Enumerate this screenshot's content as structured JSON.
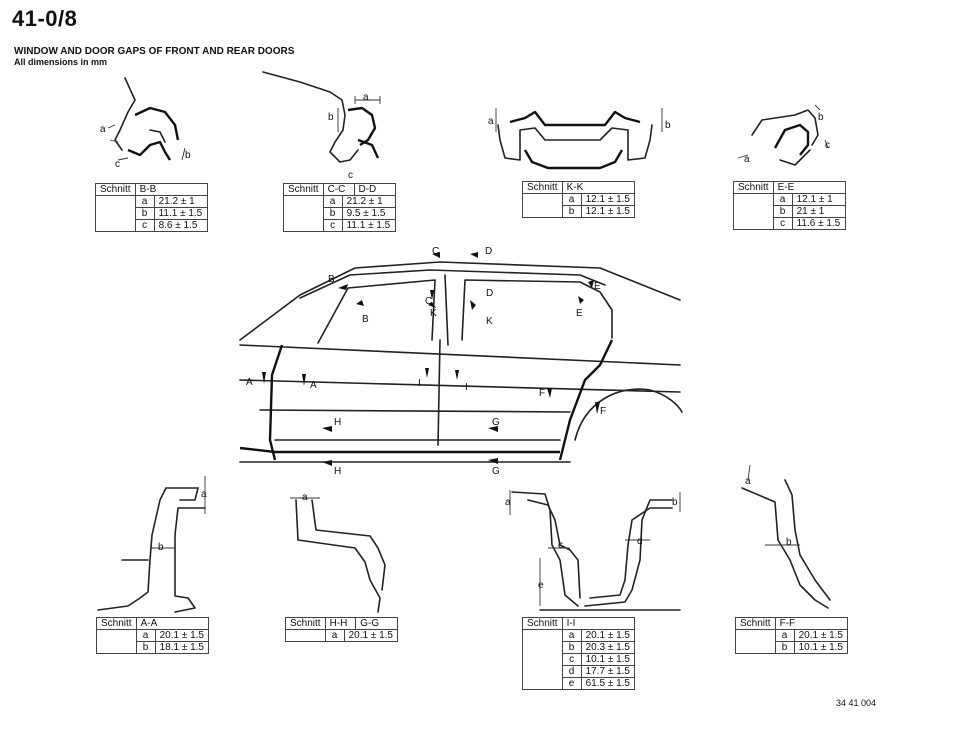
{
  "header": {
    "page_number": "41-0/8",
    "title": "WINDOW AND DOOR GAPS OF FRONT AND REAR DOORS",
    "subtitle": "All dimensions in mm",
    "drawing_number": "34 41 004"
  },
  "car_labels": [
    "A",
    "A",
    "B",
    "B",
    "C",
    "C",
    "D",
    "D",
    "K",
    "K",
    "E",
    "E",
    "I",
    "I",
    "F",
    "F",
    "H",
    "H",
    "G",
    "G"
  ],
  "tables": {
    "bb": {
      "head": "Schnitt",
      "section": "B-B",
      "rows": [
        {
          "k": "a",
          "v": "21.2 ± 1"
        },
        {
          "k": "b",
          "v": "11.1 ± 1.5"
        },
        {
          "k": "c",
          "v": "8.6 ± 1.5"
        }
      ]
    },
    "ccdd": {
      "head": "Schnitt",
      "section": "C-C",
      "section2": "D-D",
      "rows": [
        {
          "k": "a",
          "v": "21.2 ± 1"
        },
        {
          "k": "b",
          "v": "9.5 ± 1.5"
        },
        {
          "k": "c",
          "v": "11.1 ± 1.5"
        }
      ]
    },
    "kk": {
      "head": "Schnitt",
      "section": "K-K",
      "rows": [
        {
          "k": "a",
          "v": "12.1 ± 1.5"
        },
        {
          "k": "b",
          "v": "12.1 ± 1.5"
        }
      ]
    },
    "ee": {
      "head": "Schnitt",
      "section": "E-E",
      "rows": [
        {
          "k": "a",
          "v": "12.1 ± 1"
        },
        {
          "k": "b",
          "v": "21 ± 1"
        },
        {
          "k": "c",
          "v": "11.6 ± 1.5"
        }
      ]
    },
    "aa": {
      "head": "Schnitt",
      "section": "A-A",
      "rows": [
        {
          "k": "a",
          "v": "20.1 ± 1.5"
        },
        {
          "k": "b",
          "v": "18.1 ± 1.5"
        }
      ]
    },
    "hhgg": {
      "head": "Schnitt",
      "section": "H-H",
      "section2": "G-G",
      "rows": [
        {
          "k": "a",
          "v": "20.1 ± 1.5"
        }
      ]
    },
    "ii": {
      "head": "Schnitt",
      "section": "I-I",
      "rows": [
        {
          "k": "a",
          "v": "20.1 ± 1.5"
        },
        {
          "k": "b",
          "v": "20.3 ± 1.5"
        },
        {
          "k": "c",
          "v": "10.1 ± 1.5"
        },
        {
          "k": "d",
          "v": "17.7 ± 1.5"
        },
        {
          "k": "e",
          "v": "61.5 ± 1.5"
        }
      ]
    },
    "ff": {
      "head": "Schnitt",
      "section": "F-F",
      "rows": [
        {
          "k": "a",
          "v": "20.1 ± 1.5"
        },
        {
          "k": "b",
          "v": "10.1 ± 1.5"
        }
      ]
    }
  },
  "section_labels": {
    "bb": [
      "a",
      "b",
      "c"
    ],
    "ccdd": [
      "a",
      "b",
      "c"
    ],
    "kk": [
      "a",
      "b"
    ],
    "ee": [
      "a",
      "b",
      "c"
    ],
    "aa": [
      "a",
      "b"
    ],
    "hhgg": [
      "a"
    ],
    "ii": [
      "a",
      "b",
      "c",
      "d",
      "e"
    ],
    "ff": [
      "a",
      "b"
    ]
  }
}
